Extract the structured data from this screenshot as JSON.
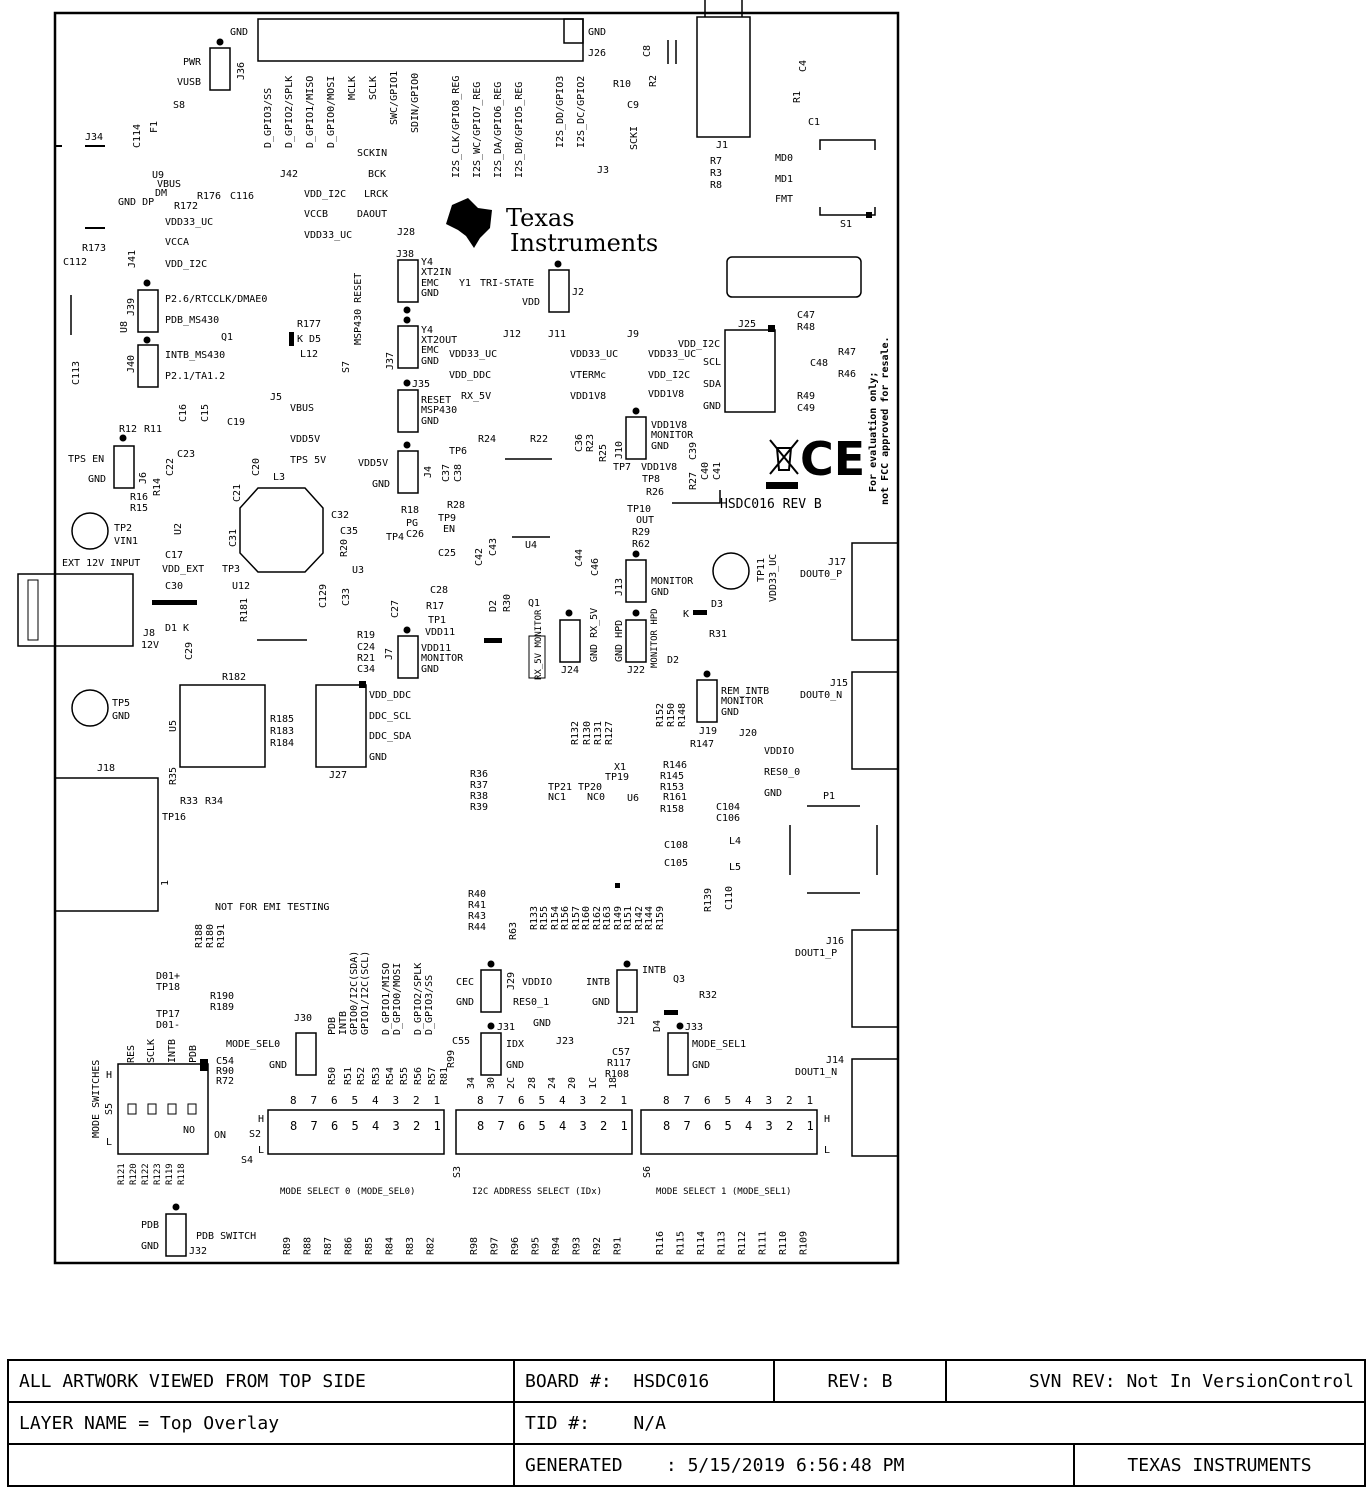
{
  "brand": {
    "line1": "Texas",
    "line2": "Instruments"
  },
  "board": {
    "rev_marking": "HSDC016 REV B"
  },
  "notes": {
    "eval_only": "For evaluation only;",
    "not_fcc": "not FCC approved for resale.",
    "not_emi": "NOT FOR EMI TESTING",
    "ext_input": "EXT 12V INPUT"
  },
  "headers": {
    "j26_pins_left": [
      "D_GPIO3/SS",
      "D_GPIO2/SPLK",
      "D_GPIO1/MISO",
      "D_GPIO0/MOSI",
      "MCLK",
      "SCLK",
      "SWC/GPIO1",
      "SDIN/GPIO0"
    ],
    "j26_pins_right": [
      "I2S_CLK/GPIO8_REG",
      "I2S_WC/GPIO7_REG",
      "I2S_DA/GPIO6_REG",
      "I2S_DB/GPIO5_REG",
      "I2S_DD/GPIO3",
      "I2S_DC/GPIO2"
    ],
    "mode_pins": [
      "PDB",
      "INTB",
      "GPIO0/I2C(SDA)",
      "GPIO1/I2C(SCL)",
      "D_GPIO1/MISO",
      "D_GPIO0/MOSI",
      "D_GPIO2/SPLK",
      "D_GPIO3/SS"
    ]
  },
  "labels": {
    "gnd": "GND",
    "pwr": "PWR",
    "vusb": "VUSB",
    "s8": "S8",
    "j36": "J36",
    "j26": "J26",
    "j34": "J34",
    "f1": "F1",
    "c114": "C114",
    "vbus": "VBUS",
    "dm": "DM",
    "dp": "DP",
    "gnd_dp": "GND DP",
    "u9": "U9",
    "r176": "R176",
    "c116": "C116",
    "r172": "R172",
    "vdd33uc": "VDD33_UC",
    "vcca": "VCCA",
    "vddi2c": "VDD_I2C",
    "r173": "R173",
    "c112": "C112",
    "j41": "J41",
    "j42": "J42",
    "sckin": "SCKIN",
    "bck": "BCK",
    "lrck": "LRCK",
    "dacout": "DAOUT",
    "vccb": "VCCB",
    "j28": "J28",
    "vdd_i2c2": "VDD_I2C",
    "vdd33uc2": "VDD33_UC",
    "c8": "C8",
    "r10": "R10",
    "r2": "R2",
    "c9": "C9",
    "scki": "SCKI",
    "j3": "J3",
    "j1": "J1",
    "r7": "R7",
    "r3": "R3",
    "r8": "R8",
    "r1": "R1",
    "c4": "C4",
    "c1": "C1",
    "md0": "MD0",
    "md1": "MD1",
    "fmt": "FMT",
    "s1": "S1",
    "j38": "J38",
    "y4": "Y4",
    "xt2in": "XT2IN",
    "emc": "EMC",
    "y1": "Y1",
    "tristate": "TRI-STATE",
    "vdd": "VDD",
    "j2": "J2",
    "p26": "P2.6/RTCCLK/DMAE0",
    "pdb430": "PDB_MS430",
    "j39": "J39",
    "u8": "U8",
    "q1_4": "Q1",
    "r177": "R177",
    "d5": "K D5",
    "l12": "L12",
    "intb430": "INTB_MS430",
    "p21": "P2.1/TA1.2",
    "j40": "J40",
    "c113": "C113",
    "msp_reset": "MSP430 RESET",
    "s7": "S7",
    "xt2out": "XT2OUT",
    "j37": "J37",
    "j12": "J12",
    "j11": "J11",
    "j9": "J9",
    "vdd33uc_a": "VDD33_UC",
    "vdd33uc_b": "VDD33_UC",
    "vdd33uc_c": "VDD33_UC",
    "vdd_ddc": "VDD_DDC",
    "vtermc": "VTERMc",
    "vdd_i2c3": "VDD_I2C",
    "vdd1v8": "VDD1V8",
    "vdd1v8b": "VDD1V8",
    "j25": "J25",
    "c47": "C47",
    "r48": "R48",
    "r47": "R47",
    "c48": "C48",
    "r46": "R46",
    "r49": "R49",
    "c49": "C49",
    "vdd_i2c4": "VDD_I2C",
    "scl": "SCL",
    "sda": "SDA",
    "j35": "J35",
    "reset": "RESET",
    "msp430": "MSP430",
    "rx5v": "RX_5V",
    "j5": "J5",
    "vbus2": "VBUS",
    "vdd5v": "VDD5V",
    "tps5v": "TPS 5V",
    "r12": "R12",
    "r11": "R11",
    "c16": "C16",
    "c15": "C15",
    "c19": "C19",
    "tpsen": "TPS EN",
    "c23": "C23",
    "c22": "C22",
    "r14": "R14",
    "j6": "J6",
    "r16": "R16",
    "r15": "R15",
    "c20": "C20",
    "c21": "C21",
    "l3": "L3",
    "u2": "U2",
    "c31": "C31",
    "tp2": "TP2",
    "vin1": "VIN1",
    "c17": "C17",
    "c30": "C30",
    "u12": "U12",
    "vddext": "VDD_EXT",
    "tp3": "TP3",
    "d1k": "D1  K",
    "j8": "J8",
    "v12": "12V",
    "c29": "C29",
    "r181": "R181",
    "r182": "R182",
    "c129": "C129",
    "tp6": "TP6",
    "r24": "R24",
    "r22": "R22",
    "c36": "C36",
    "r23": "R23",
    "r25": "R25",
    "j10": "J10",
    "vdd1v8mon": "VDD1V8",
    "monitor": "MONITOR",
    "c37": "C37",
    "c38": "C38",
    "tp7": "TP7",
    "tp8": "TP8",
    "r26": "R26",
    "r27": "R27",
    "c39": "C39",
    "c40": "C40",
    "c41": "C41",
    "j4": "J4",
    "gnd5": "GND",
    "c32": "C32",
    "r18": "R18",
    "pg": "PG",
    "c35": "C35",
    "tp4": "TP4",
    "c26": "C26",
    "r28": "R28",
    "tp9": "TP9",
    "en": "EN",
    "c42": "C42",
    "c43": "C43",
    "tp10": "TP10",
    "out": "OUT",
    "r29": "R29",
    "r62": "R62",
    "c44": "C44",
    "c46": "C46",
    "u4": "U4",
    "r20": "R20",
    "c25": "C25",
    "u3": "U3",
    "c33": "C33",
    "c28": "C28",
    "r17": "R17",
    "c27": "C27",
    "tp1": "TP1",
    "vdd11": "VDD11",
    "r19": "R19",
    "c24": "C24",
    "r21": "R21",
    "c34": "C34",
    "j7": "J7",
    "vdd11mon": "VDD11",
    "d2": "D2",
    "r30": "R30",
    "q1": "Q1",
    "rx5vmon": "RX_5V MONITOR",
    "j24": "J24",
    "gndrx": "GND RX_5V",
    "j13": "J13",
    "monhpd": "MONITOR HPD",
    "gndhpd": "GND HPD",
    "j22": "J22",
    "d2b": "D2",
    "r31": "R31",
    "d3": "D3",
    "k": "K",
    "tp11": "TP11",
    "j17": "J17",
    "dout0p": "DOUT0_P",
    "tp5": "TP5",
    "u5": "U5",
    "r185": "R185",
    "r183": "R183",
    "r184": "R184",
    "j27": "J27",
    "vddddc": "VDD_DDC",
    "ddcscl": "DDC_SCL",
    "ddcsda": "DDC_SDA",
    "remintb": "REM_INTB",
    "j19": "J19",
    "j20": "J20",
    "vddio": "VDDIO",
    "res0": "RES0_0",
    "j15": "J15",
    "dout0n": "DOUT0_N",
    "j18": "J18",
    "r35": "R35",
    "r33": "R33",
    "r34": "R34",
    "tp16": "TP16",
    "r36": "R36",
    "r37": "R37",
    "r38": "R38",
    "r39": "R39",
    "tp21": "TP21",
    "tp20": "TP20",
    "nc1": "NC1",
    "nc0": "NC0",
    "x1": "X1",
    "tp19": "TP19",
    "u6": "U6",
    "r132": "R132",
    "r130": "R130",
    "r131": "R131",
    "r127": "R127",
    "r152": "R152",
    "r150": "R150",
    "r148": "R148",
    "r147": "R147",
    "r146": "R146",
    "r145": "R145",
    "r153": "R153",
    "r161": "R161",
    "r158": "R158",
    "c104": "C104",
    "c106": "C106",
    "l4": "L4",
    "c108": "C108",
    "c105": "C105",
    "l5": "L5",
    "r139": "R139",
    "c110": "C110",
    "p1": "P1",
    "r40": "R40",
    "r41": "R41",
    "r43": "R43",
    "r44": "R44",
    "r63": "R63",
    "res_bottom": [
      "R133",
      "R155",
      "R154",
      "R156",
      "R157",
      "R160",
      "R162",
      "R163",
      "R149",
      "R151",
      "R142",
      "R144",
      "R159"
    ],
    "r188": "R188",
    "r180": "R180",
    "r191": "R191",
    "d0p": "D01+",
    "tp18": "TP18",
    "r190": "R190",
    "r189": "R189",
    "tp17": "TP17",
    "d0m": "D01-",
    "cec": "CEC",
    "j29": "J29",
    "vddio2": "VDDIO",
    "res1": "RES0_1",
    "intb": "INTB",
    "j21": "J21",
    "intb2": "INTB",
    "q3": "Q3",
    "r32": "R32",
    "d4": "D4",
    "j33": "J33",
    "modesel1": "MODE_SEL1",
    "j30": "J30",
    "modesel0": "MODE_SEL0",
    "j31": "J31",
    "idx": "IDX",
    "j23": "J23",
    "c55": "C55",
    "c57": "C57",
    "r117": "R117",
    "r108": "R108",
    "modesw": "MODE SWITCHES",
    "s5": "S5",
    "h": "H",
    "l": "L",
    "no": "NO",
    "on": "ON",
    "c54": "C54",
    "r90": "R90",
    "r72": "R72",
    "res_mode": [
      "R50",
      "R51",
      "R52",
      "R53",
      "R54",
      "R55",
      "R56",
      "R57",
      "R81",
      "R99"
    ],
    "j16": "J16",
    "dout1p": "DOUT1_P",
    "j14": "J14",
    "dout1n": "DOUT1_N",
    "s2": "S2",
    "s4": "S4",
    "s3": "S3",
    "s6": "S6",
    "modesel0_title": "MODE SELECT 0 (MODE_SEL0)",
    "i2c_title": "I2C ADDRESS SELECT (IDx)",
    "modesel1_title": "MODE SELECT 1 (MODE_SEL1)",
    "s5_pins": [
      "RES",
      "SCLK",
      "INTB",
      "PDB"
    ],
    "r_s4": [
      "R89",
      "R88",
      "R87",
      "R86",
      "R85",
      "R84",
      "R83",
      "R82"
    ],
    "r_s3": [
      "R98",
      "R97",
      "R96",
      "R95",
      "R94",
      "R93",
      "R92",
      "R91"
    ],
    "r_s6": [
      "R116",
      "R115",
      "R114",
      "R113",
      "R112",
      "R111",
      "R110",
      "R109"
    ],
    "r_s5": [
      "R121",
      "R120",
      "R122",
      "R123",
      "R119",
      "R118"
    ],
    "pdb": "PDB",
    "j32": "J32",
    "pdbsw": "PDB SWITCH",
    "pin_nums": [
      "8",
      "7",
      "6",
      "5",
      "4",
      "3",
      "2",
      "1"
    ],
    "idx_nums": [
      "34",
      "30",
      "2C",
      "28",
      "24",
      "20",
      "1C",
      "18"
    ],
    "one": "1"
  },
  "title_block": {
    "artwork": "ALL ARTWORK VIEWED FROM TOP SIDE",
    "board_label": "BOARD #:",
    "board_value": "HSDC016",
    "rev": "REV: B",
    "svn": "SVN REV: Not In VersionControl",
    "layer": "LAYER NAME =  Top Overlay",
    "tid_label": "TID #:",
    "tid_value": "N/A",
    "generated_label": "GENERATED",
    "generated_value": ": 5/15/2019     6:56:48 PM",
    "company": "TEXAS INSTRUMENTS"
  }
}
